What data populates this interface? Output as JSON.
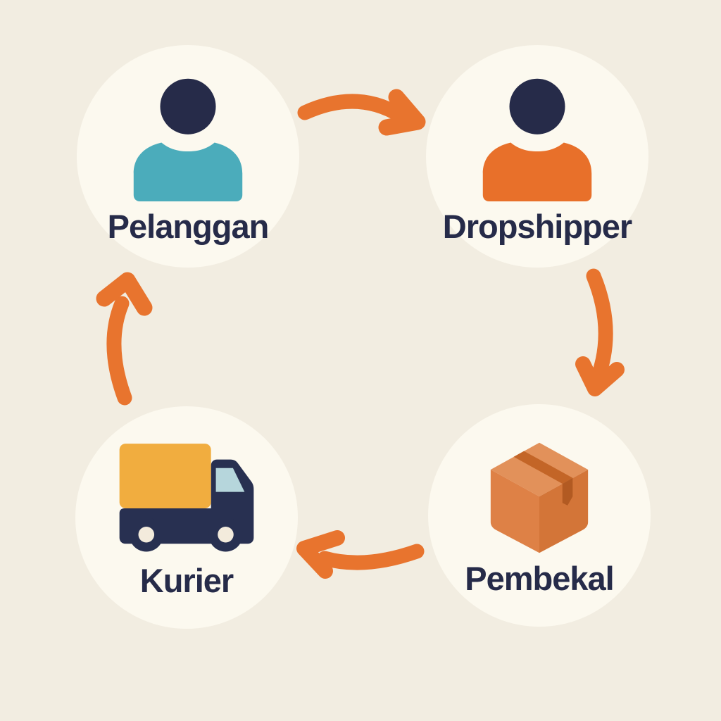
{
  "diagram": {
    "type": "cycle-flow",
    "background_color": "#F2EDE1",
    "node_fill": "#FCF9EF",
    "arrow_color": "#E8742E",
    "label_color": "#262B49",
    "nodes": [
      {
        "id": "pelanggan",
        "label": "Pelanggan",
        "icon": "customer-person-icon",
        "colors": {
          "head": "#262B49",
          "body": "#4BACBB"
        }
      },
      {
        "id": "dropshipper",
        "label": "Dropshipper",
        "icon": "dropshipper-person-icon",
        "colors": {
          "head": "#262B49",
          "body": "#E8702A"
        }
      },
      {
        "id": "pembekal",
        "label": "Pembekal",
        "icon": "package-box-icon",
        "colors": {
          "top_face": "#E2915A",
          "left_face": "#DE8146",
          "right_face": "#D37538",
          "tape": "#C36527",
          "tape_flap": "#B25A22"
        }
      },
      {
        "id": "kurier",
        "label": "Kurier",
        "icon": "delivery-truck-icon",
        "colors": {
          "cargo": "#F1AD3F",
          "body": "#283051",
          "window": "#B6D6DC",
          "wheel_hub": "#F3EBDC"
        }
      }
    ],
    "flow": [
      {
        "from": "Pelanggan",
        "to": "Dropshipper"
      },
      {
        "from": "Dropshipper",
        "to": "Pembekal"
      },
      {
        "from": "Pembekal",
        "to": "Kurier"
      },
      {
        "from": "Kurier",
        "to": "Pelanggan"
      }
    ]
  }
}
